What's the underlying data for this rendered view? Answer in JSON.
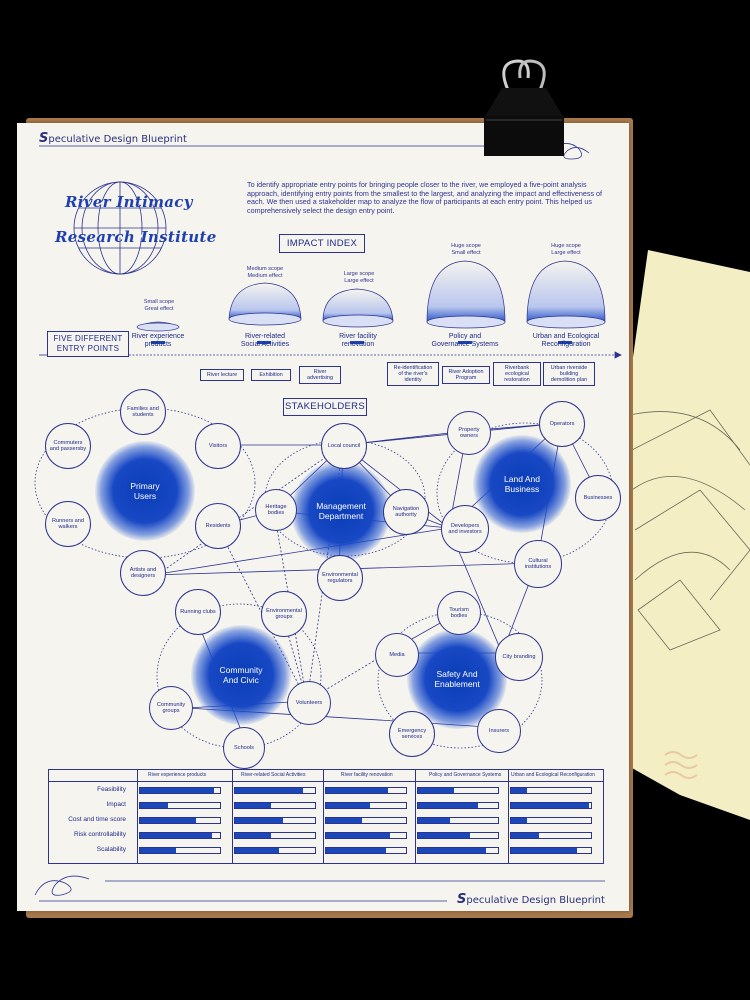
{
  "brand": {
    "initial": "S",
    "rest": "peculative Design Blueprint"
  },
  "logo_text": {
    "line1": "River Intimacy",
    "line2": "Research Institute"
  },
  "intro": "To identify appropriate entry points for bringing people closer to the river, we employed a five-point analysis approach, identifying entry points from the smallest to the largest, and analyzing the impact and effectiveness of each. We then used a stakeholder map to analyze the flow of participants at each entry point. This helped us comprehensively select the design entry point.",
  "impact_index_label": "IMPACT INDEX",
  "five_entry_label": "FIVE DIFFERENT ENTRY POINTS",
  "entries": [
    {
      "scope": "Small scope\nGreat effect",
      "label": "River experience\nproducts"
    },
    {
      "scope": "Medium scope\nMedium effect",
      "label": "River-related\nSocial Activities"
    },
    {
      "scope": "Large scope\nLarge effect",
      "label": "River facility\nrenovation"
    },
    {
      "scope": "Huge scope\nSmall effect",
      "label": "Policy and\nGovernance Systems"
    },
    {
      "scope": "Huge scope\nLarge effect",
      "label": "Urban and Ecological\nReconfiguration"
    }
  ],
  "tags": [
    "River lecture",
    "Exhibition",
    "River\nadvertising",
    "Re-identification\nof the river's\nidentity",
    "River Adoption\nProgram",
    "Riverbank\necological\nrestoration",
    "Urban riverside\nbuilding\ndemolition plan"
  ],
  "stakeholders_label": "STAKEHOLDERS",
  "groups": [
    "Primary\nUsers",
    "Management\nDepartment",
    "Land And\nBusiness",
    "Community\nAnd Civic",
    "Safety And\nEnablement"
  ],
  "nodes": [
    "Families and\nstudents",
    "Commuters\nand passersby",
    "Visitors",
    "Runners and\nwalkers",
    "Residents",
    "Artists and\ndesigners",
    "Local council",
    "Heritage\nbodies",
    "Navigation\nauthority",
    "Environmental\nregulators",
    "Property\nowners",
    "Operators",
    "Businesses",
    "Developers\nand investors",
    "Cultural\ninstitutions",
    "Running clubs",
    "Environmental\ngroups",
    "Community\ngroups",
    "Volunteers",
    "Schools",
    "Media",
    "Tourism\nbodies",
    "City branding",
    "Emergency\nservices",
    "Insurers"
  ],
  "table": {
    "columns": [
      "River experience products",
      "River-related Social Activities",
      "River facility renovation",
      "Policy and Governance Systems",
      "Urban and Ecological Reconfiguration"
    ],
    "rows": [
      {
        "label": "Feasibility",
        "values": [
          0.92,
          0.85,
          0.78,
          0.45,
          0.2
        ]
      },
      {
        "label": "Impact",
        "values": [
          0.35,
          0.45,
          0.55,
          0.75,
          0.97
        ]
      },
      {
        "label": "Cost and time score",
        "values": [
          0.7,
          0.6,
          0.45,
          0.4,
          0.2
        ]
      },
      {
        "label": "Risk controllability",
        "values": [
          0.9,
          0.45,
          0.8,
          0.65,
          0.35
        ]
      },
      {
        "label": "Scalability",
        "values": [
          0.45,
          0.55,
          0.75,
          0.85,
          0.82
        ]
      }
    ]
  },
  "colors": {
    "ink": "#1f2a8a",
    "accent": "#1a48b8",
    "paper": "#f5f4ef",
    "board": "#a8794b",
    "yellow": "#f3eec3"
  }
}
